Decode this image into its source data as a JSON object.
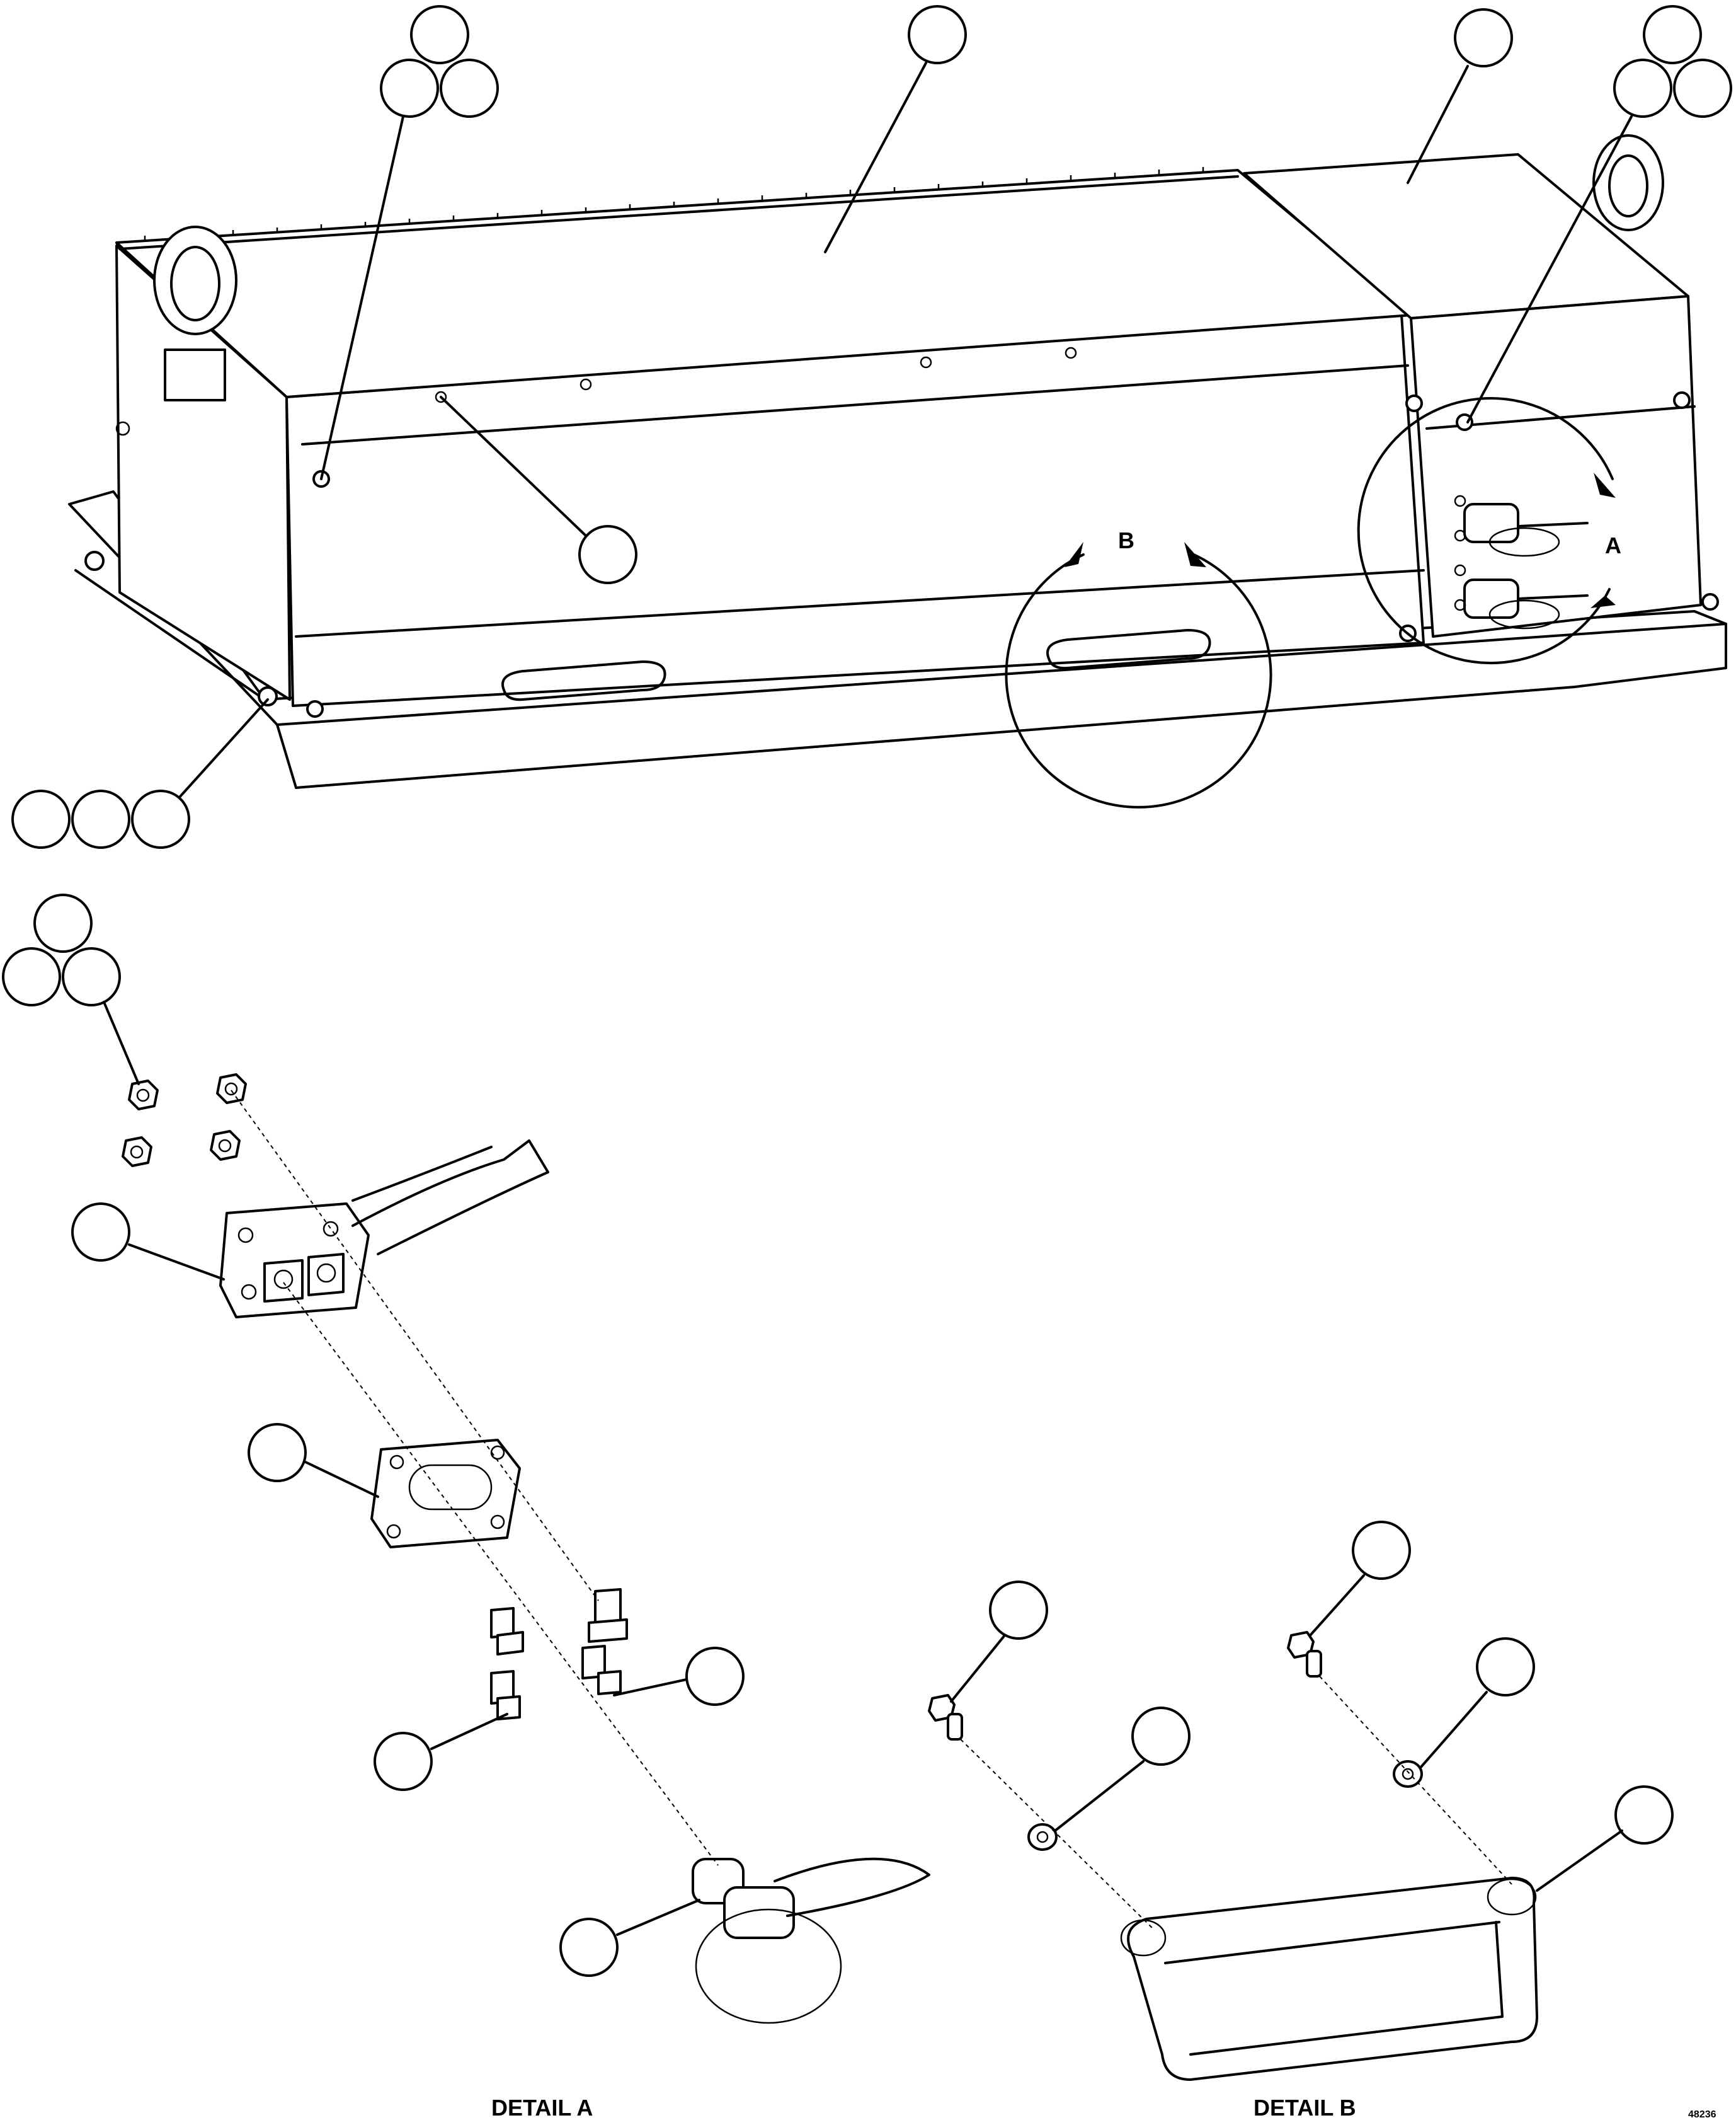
{
  "detail_labels": {
    "detail_a": "DETAIL A",
    "detail_b": "DETAIL B",
    "view_a": "A",
    "view_b": "B"
  },
  "drawing_number": "48236"
}
